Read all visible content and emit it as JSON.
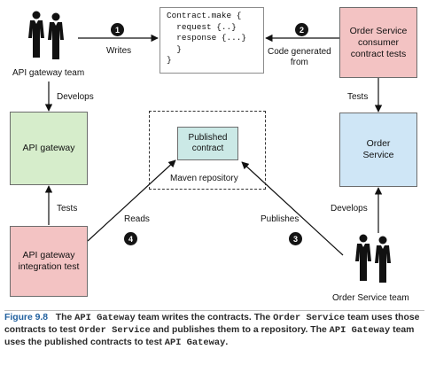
{
  "nodes": {
    "api_gateway_team": "API gateway team",
    "order_service_team": "Order Service team",
    "api_gateway": "API gateway",
    "api_gateway_integration_test": [
      "API gateway",
      "integration test"
    ],
    "order_service_consumer_tests": [
      "Order Service",
      "consumer",
      "contract tests"
    ],
    "order_service": [
      "Order",
      "Service"
    ],
    "published_contract": [
      "Published",
      "contract"
    ],
    "maven_repository": "Maven repository"
  },
  "contract_code": {
    "lines": [
      "Contract.make {",
      "  request {..}",
      "  response {...}",
      "  }",
      "}"
    ]
  },
  "edges": {
    "writes": "Writes",
    "code_generated_from": [
      "Code generated",
      "from"
    ],
    "develops_left": "Develops",
    "tests_left": "Tests",
    "tests_right": "Tests",
    "develops_right": "Develops",
    "reads": "Reads",
    "publishes": "Publishes"
  },
  "badges": [
    "1",
    "2",
    "3",
    "4"
  ],
  "caption": {
    "figure_label": "Figure 9.8",
    "segments": [
      {
        "text": "The ",
        "mono": false
      },
      {
        "text": "API Gateway",
        "mono": true
      },
      {
        "text": " team writes the contracts. The ",
        "mono": false
      },
      {
        "text": "Order Service",
        "mono": true
      },
      {
        "text": " team uses those contracts to test ",
        "mono": false
      },
      {
        "text": "Order Service",
        "mono": true
      },
      {
        "text": " and publishes them to a repository. The ",
        "mono": false
      },
      {
        "text": "API Gateway",
        "mono": true
      },
      {
        "text": " team uses the published contracts to test ",
        "mono": false
      },
      {
        "text": "API Gateway",
        "mono": true
      },
      {
        "text": ".",
        "mono": false
      }
    ]
  }
}
